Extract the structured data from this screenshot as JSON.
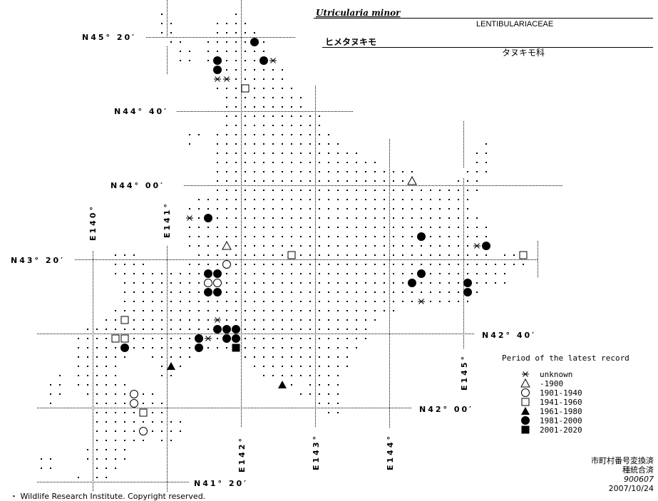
{
  "header": {
    "scientific_name": "Utricularia minor",
    "family_latin": "LENTIBULARIACEAE",
    "japanese_name": "ヒメタヌキモ",
    "family_japanese": "タヌキモ科"
  },
  "latitude_labels": [
    "N45° 20′",
    "N44° 40′",
    "N44° 00′",
    "N43° 20′",
    "N42° 40′",
    "N42° 00′",
    "N41° 20′"
  ],
  "longitude_labels": [
    "E140°",
    "E141°",
    "E142°",
    "E143°",
    "E144°",
    "E145°"
  ],
  "legend": {
    "title": "Period of the latest record",
    "items": [
      {
        "symbol": "asterisk",
        "label": "unknown"
      },
      {
        "symbol": "triangle-open",
        "label": "-1900"
      },
      {
        "symbol": "circle-open",
        "label": "1901-1940"
      },
      {
        "symbol": "square-open",
        "label": "1941-1960"
      },
      {
        "symbol": "triangle-filled",
        "label": "1961-1980"
      },
      {
        "symbol": "circle-filled",
        "label": "1981-2000"
      },
      {
        "symbol": "square-filled",
        "label": "2001-2020"
      }
    ]
  },
  "notes": {
    "line1": "市町村番号変換済",
    "line2": "種統合済",
    "code": "900607",
    "date": "2007/10/24"
  },
  "copyright": "・ Wildlife Research Institute. Copyright reserved.",
  "mesh_rows": [
    [
      [
        13,
        13
      ],
      [
        21,
        21
      ]
    ],
    [
      [
        13,
        14
      ],
      [
        19,
        22
      ]
    ],
    [
      [
        13,
        14
      ],
      [
        19,
        23
      ]
    ],
    [
      [
        14,
        15
      ],
      [
        18,
        24
      ]
    ],
    [
      [
        15,
        16
      ],
      [
        18,
        24
      ]
    ],
    [
      [
        15,
        16
      ],
      [
        18,
        25
      ]
    ],
    [
      [
        19,
        26
      ]
    ],
    [
      [
        19,
        26
      ]
    ],
    [
      [
        19,
        27
      ]
    ],
    [
      [
        20,
        28
      ]
    ],
    [
      [
        20,
        28
      ]
    ],
    [
      [
        20,
        30
      ]
    ],
    [
      [
        20,
        30
      ]
    ],
    [
      [
        16,
        17
      ],
      [
        19,
        31
      ]
    ],
    [
      [
        16,
        16
      ],
      [
        19,
        32
      ],
      [
        48,
        48
      ]
    ],
    [
      [
        19,
        34
      ],
      [
        47,
        48
      ]
    ],
    [
      [
        19,
        36
      ],
      [
        47,
        48
      ]
    ],
    [
      [
        19,
        40
      ],
      [
        46,
        48
      ]
    ],
    [
      [
        19,
        40
      ],
      [
        45,
        47
      ]
    ],
    [
      [
        19,
        47
      ]
    ],
    [
      [
        17,
        46
      ]
    ],
    [
      [
        16,
        46
      ]
    ],
    [
      [
        16,
        47
      ]
    ],
    [
      [
        16,
        48
      ]
    ],
    [
      [
        16,
        48
      ]
    ],
    [
      [
        16,
        48
      ]
    ],
    [
      [
        8,
        10
      ],
      [
        17,
        48
      ],
      [
        50,
        52
      ]
    ],
    [
      [
        8,
        11
      ],
      [
        16,
        52
      ]
    ],
    [
      [
        8,
        50
      ]
    ],
    [
      [
        9,
        50
      ]
    ],
    [
      [
        9,
        47
      ]
    ],
    [
      [
        9,
        46
      ]
    ],
    [
      [
        8,
        38
      ]
    ],
    [
      [
        7,
        36
      ]
    ],
    [
      [
        5,
        35
      ]
    ],
    [
      [
        4,
        35
      ]
    ],
    [
      [
        4,
        34
      ]
    ],
    [
      [
        4,
        9
      ],
      [
        12,
        16
      ],
      [
        22,
        33
      ]
    ],
    [
      [
        4,
        8
      ],
      [
        13,
        15
      ],
      [
        23,
        33
      ]
    ],
    [
      [
        2,
        2
      ],
      [
        4,
        8
      ],
      [
        13,
        14
      ],
      [
        24,
        32
      ]
    ],
    [
      [
        1,
        2
      ],
      [
        4,
        9
      ],
      [
        26,
        27
      ],
      [
        29,
        32
      ]
    ],
    [
      [
        1,
        2
      ],
      [
        5,
        12
      ],
      [
        28,
        32
      ]
    ],
    [
      [
        1,
        1
      ],
      [
        6,
        13
      ],
      [
        30,
        32
      ]
    ],
    [
      [
        6,
        13
      ],
      [
        31,
        32
      ]
    ],
    [
      [
        6,
        15
      ]
    ],
    [
      [
        6,
        15
      ]
    ],
    [
      [
        6,
        11
      ],
      [
        13,
        14
      ]
    ],
    [
      [
        5,
        9
      ]
    ],
    [
      [
        0,
        1
      ],
      [
        5,
        9
      ]
    ],
    [
      [
        0,
        1
      ],
      [
        6,
        8
      ]
    ],
    [
      [
        4,
        4
      ],
      [
        6,
        7
      ]
    ]
  ],
  "records": [
    {
      "col": 23,
      "row": 3,
      "period": "1981-2000"
    },
    {
      "col": 19,
      "row": 5,
      "period": "1981-2000"
    },
    {
      "col": 24,
      "row": 5,
      "period": "1981-2000"
    },
    {
      "col": 25,
      "row": 5,
      "period": "unknown"
    },
    {
      "col": 19,
      "row": 6,
      "period": "1981-2000"
    },
    {
      "col": 19,
      "row": 7,
      "period": "unknown"
    },
    {
      "col": 20,
      "row": 7,
      "period": "unknown"
    },
    {
      "col": 22,
      "row": 8,
      "period": "1941-1960"
    },
    {
      "col": 40,
      "row": 18,
      "period": "-1900"
    },
    {
      "col": 16,
      "row": 22,
      "period": "unknown"
    },
    {
      "col": 18,
      "row": 22,
      "period": "1981-2000"
    },
    {
      "col": 41,
      "row": 24,
      "period": "1981-2000"
    },
    {
      "col": 20,
      "row": 25,
      "period": "-1900"
    },
    {
      "col": 47,
      "row": 25,
      "period": "unknown"
    },
    {
      "col": 48,
      "row": 25,
      "period": "1981-2000"
    },
    {
      "col": 27,
      "row": 26,
      "period": "1941-1960"
    },
    {
      "col": 52,
      "row": 26,
      "period": "1941-1960"
    },
    {
      "col": 20,
      "row": 27,
      "period": "1901-1940"
    },
    {
      "col": 18,
      "row": 28,
      "period": "1981-2000"
    },
    {
      "col": 19,
      "row": 28,
      "period": "1981-2000"
    },
    {
      "col": 41,
      "row": 28,
      "period": "1981-2000"
    },
    {
      "col": 18,
      "row": 29,
      "period": "1901-1940"
    },
    {
      "col": 19,
      "row": 29,
      "period": "1901-1940"
    },
    {
      "col": 40,
      "row": 29,
      "period": "1981-2000"
    },
    {
      "col": 46,
      "row": 29,
      "period": "1981-2000"
    },
    {
      "col": 18,
      "row": 30,
      "period": "1981-2000"
    },
    {
      "col": 19,
      "row": 30,
      "period": "1981-2000"
    },
    {
      "col": 46,
      "row": 30,
      "period": "1981-2000"
    },
    {
      "col": 41,
      "row": 31,
      "period": "unknown"
    },
    {
      "col": 9,
      "row": 33,
      "period": "1941-1960"
    },
    {
      "col": 19,
      "row": 33,
      "period": "unknown"
    },
    {
      "col": 19,
      "row": 34,
      "period": "1981-2000"
    },
    {
      "col": 20,
      "row": 34,
      "period": "1981-2000"
    },
    {
      "col": 21,
      "row": 34,
      "period": "1981-2000"
    },
    {
      "col": 8,
      "row": 35,
      "period": "1941-1960"
    },
    {
      "col": 9,
      "row": 35,
      "period": "1941-1960"
    },
    {
      "col": 17,
      "row": 35,
      "period": "1981-2000"
    },
    {
      "col": 18,
      "row": 35,
      "period": "unknown"
    },
    {
      "col": 20,
      "row": 35,
      "period": "1981-2000"
    },
    {
      "col": 21,
      "row": 35,
      "period": "1981-2000"
    },
    {
      "col": 9,
      "row": 36,
      "period": "1981-2000"
    },
    {
      "col": 17,
      "row": 36,
      "period": "1981-2000"
    },
    {
      "col": 21,
      "row": 36,
      "period": "2001-2020"
    },
    {
      "col": 14,
      "row": 38,
      "period": "1961-1980"
    },
    {
      "col": 26,
      "row": 40,
      "period": "1961-1980"
    },
    {
      "col": 10,
      "row": 41,
      "period": "1901-1940"
    },
    {
      "col": 10,
      "row": 42,
      "period": "1901-1940"
    },
    {
      "col": 11,
      "row": 43,
      "period": "1941-1960"
    },
    {
      "col": 11,
      "row": 45,
      "period": "1901-1940"
    }
  ]
}
